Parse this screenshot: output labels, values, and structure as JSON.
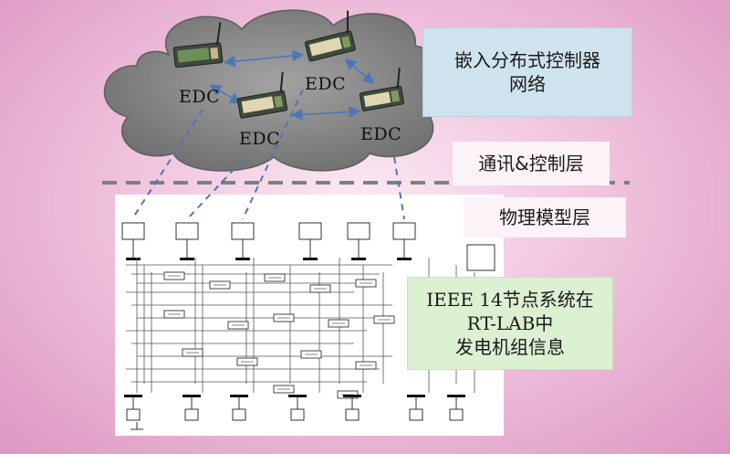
{
  "network": {
    "title_line1": "嵌入分布式控制器",
    "title_line2": "网络",
    "node_label": "EDC",
    "nodes": [
      {
        "label": "EDC"
      },
      {
        "label": "EDC"
      },
      {
        "label": "EDC"
      },
      {
        "label": "EDC"
      }
    ]
  },
  "layers": {
    "communication": "通讯&控制层",
    "physical": "物理模型层"
  },
  "system_info": {
    "line1": "IEEE 14节点系统在",
    "line2": "RT-LAB中",
    "line3": "发电机组信息"
  },
  "colors": {
    "background": "#e9b3d3",
    "cloud": "#8a8a8a",
    "network_box": "#cfe3ee",
    "info_box": "#dcf0d2",
    "dashed_link": "#4f76b4",
    "arrow": "#4f76b4",
    "divider": "#7f7f7f"
  }
}
